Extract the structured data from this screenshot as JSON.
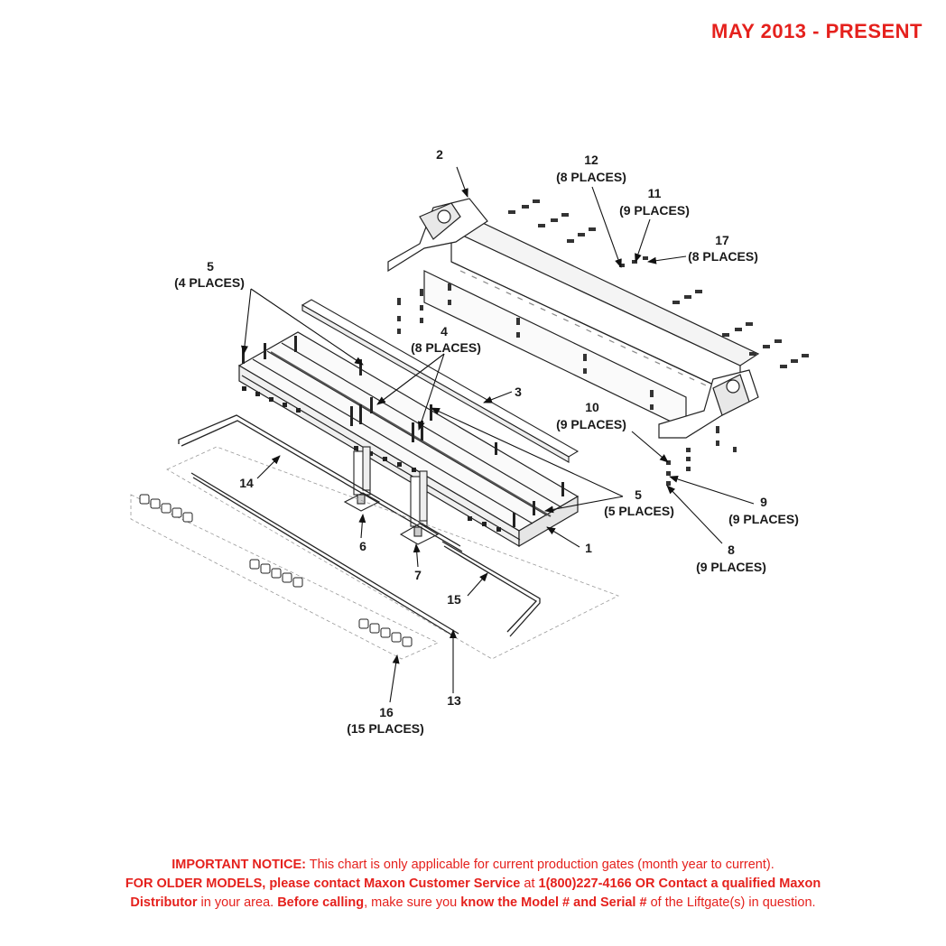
{
  "header": {
    "range": "MAY 2013 - PRESENT"
  },
  "callouts": [
    {
      "num": "1",
      "qty": ""
    },
    {
      "num": "2",
      "qty": ""
    },
    {
      "num": "3",
      "qty": ""
    },
    {
      "num": "4",
      "qty": "(8 PLACES)"
    },
    {
      "num": "5",
      "qty": "(4 PLACES)"
    },
    {
      "num": "5",
      "qty": "(5 PLACES)"
    },
    {
      "num": "6",
      "qty": ""
    },
    {
      "num": "7",
      "qty": ""
    },
    {
      "num": "8",
      "qty": "(9 PLACES)"
    },
    {
      "num": "9",
      "qty": "(9 PLACES)"
    },
    {
      "num": "10",
      "qty": "(9 PLACES)"
    },
    {
      "num": "11",
      "qty": "(9 PLACES)"
    },
    {
      "num": "12",
      "qty": "(8 PLACES)"
    },
    {
      "num": "13",
      "qty": ""
    },
    {
      "num": "14",
      "qty": ""
    },
    {
      "num": "15",
      "qty": ""
    },
    {
      "num": "16",
      "qty": "(15 PLACES)"
    },
    {
      "num": "17",
      "qty": "(8 PLACES)"
    }
  ],
  "notice": {
    "l1_bold": "IMPORTANT NOTICE:",
    "l1_text": " This chart is only applicable for current production gates (month year to current).",
    "l2_bold1": "FOR OLDER MODELS, please contact Maxon Customer Service",
    "l2_text1": " at ",
    "l2_bold2": "1(800)227-4166 OR Contact a qualified Maxon",
    "l3_bold1": "Distributor",
    "l3_text1": " in your area. ",
    "l3_bold2": "Before calling",
    "l3_text2": ", make sure you ",
    "l3_bold3": "know the Model # and Serial #",
    "l3_text3": " of the Liftgate(s) in question."
  }
}
